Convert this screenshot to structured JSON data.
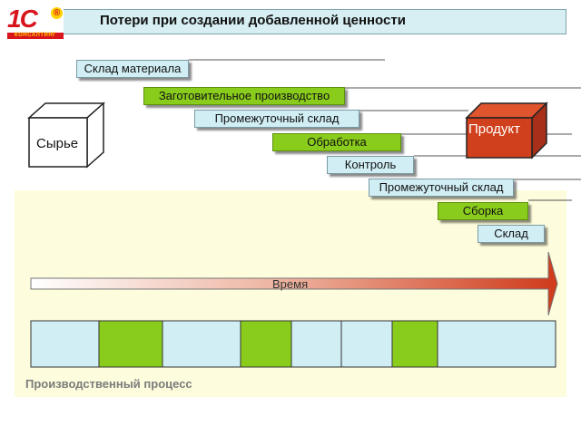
{
  "header": {
    "title": "Потери при создании добавленной ценности",
    "logo": {
      "mark": "1С",
      "registered": "®",
      "caption": "КОНСАЛТИНГ"
    }
  },
  "raw_material": {
    "label": "Сырье"
  },
  "product": {
    "label": "Продукт"
  },
  "steps": [
    {
      "label": "Склад материала",
      "kind": "blue"
    },
    {
      "label": "Заготовительное производство",
      "kind": "green"
    },
    {
      "label": "Промежуточный склад",
      "kind": "blue"
    },
    {
      "label": "Обработка",
      "kind": "green"
    },
    {
      "label": "Контроль",
      "kind": "blue"
    },
    {
      "label": "Промежуточный склад",
      "kind": "blue"
    },
    {
      "label": "Сборка",
      "kind": "green"
    },
    {
      "label": "Склад",
      "kind": "blue"
    }
  ],
  "timeline": {
    "label": "Время"
  },
  "process": {
    "label": "Производственный процесс"
  },
  "colors": {
    "storage_blue": "#d1eef5",
    "value_green": "#8acc1c",
    "product_red": "#d1401c",
    "area_yellow": "#fdfcdc",
    "arrow_red": "#cf3a1a"
  }
}
